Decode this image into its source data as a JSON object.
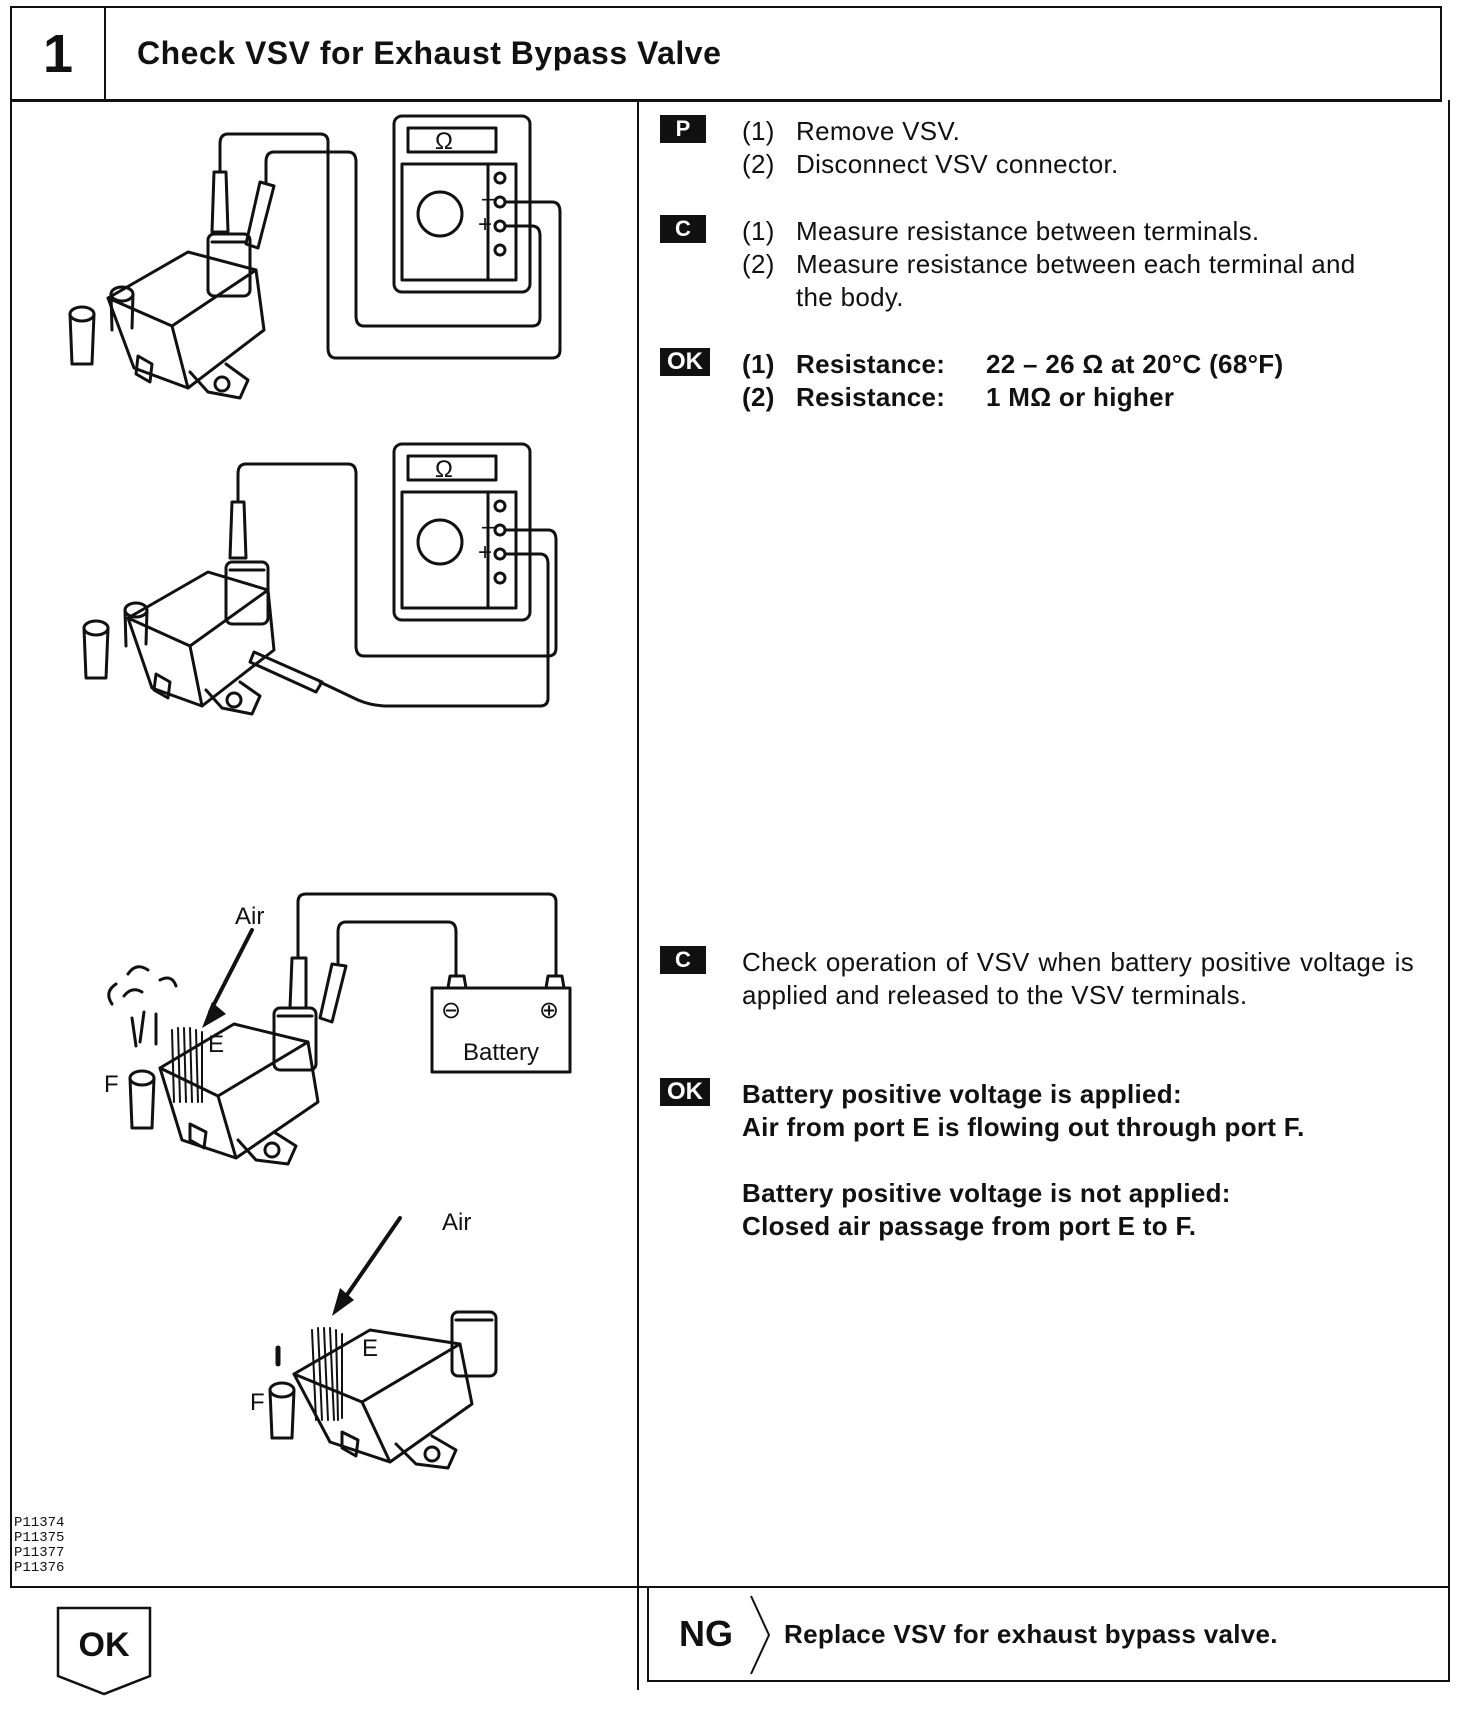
{
  "header": {
    "step_number": "1",
    "title": "Check VSV for Exhaust Bypass Valve"
  },
  "figure": {
    "meter_symbol": "Ω",
    "meter_minus": "–",
    "meter_plus": "+",
    "air_label_1": "Air",
    "air_label_2": "Air",
    "port_e_1": "E",
    "port_f_1": "F",
    "port_e_2": "E",
    "port_f_2": "F",
    "battery_label": "Battery",
    "battery_minus": "⊖",
    "battery_plus": "⊕",
    "ref_codes": [
      "P11374",
      "P11375",
      "P11377",
      "P11376"
    ]
  },
  "prepare": {
    "badge": "P",
    "steps": [
      {
        "num": "(1)",
        "text": "Remove VSV."
      },
      {
        "num": "(2)",
        "text": "Disconnect VSV connector."
      }
    ]
  },
  "check1": {
    "badge": "C",
    "steps": [
      {
        "num": "(1)",
        "text": "Measure resistance between terminals."
      },
      {
        "num": "(2)",
        "text": "Measure resistance between each terminal and"
      }
    ],
    "continuation": "the body."
  },
  "ok1": {
    "badge": "OK",
    "rows": [
      {
        "num": "(1)",
        "label": "Resistance:",
        "value": "22 – 26 Ω at 20°C (68°F)"
      },
      {
        "num": "(2)",
        "label": "Resistance:",
        "value": "1 MΩ or higher"
      }
    ]
  },
  "check2": {
    "badge": "C",
    "text": "Check operation of VSV when battery positive voltage is applied and released to the VSV terminals."
  },
  "ok2": {
    "badge": "OK",
    "line1": "Battery positive voltage is applied:",
    "line2": "Air from port E is flowing out through port F.",
    "line3": "Battery positive voltage is not applied:",
    "line4": "Closed air passage from port E to F."
  },
  "footer": {
    "ok_label": "OK",
    "ng_label": "NG",
    "ng_text": "Replace VSV for exhaust bypass valve."
  }
}
